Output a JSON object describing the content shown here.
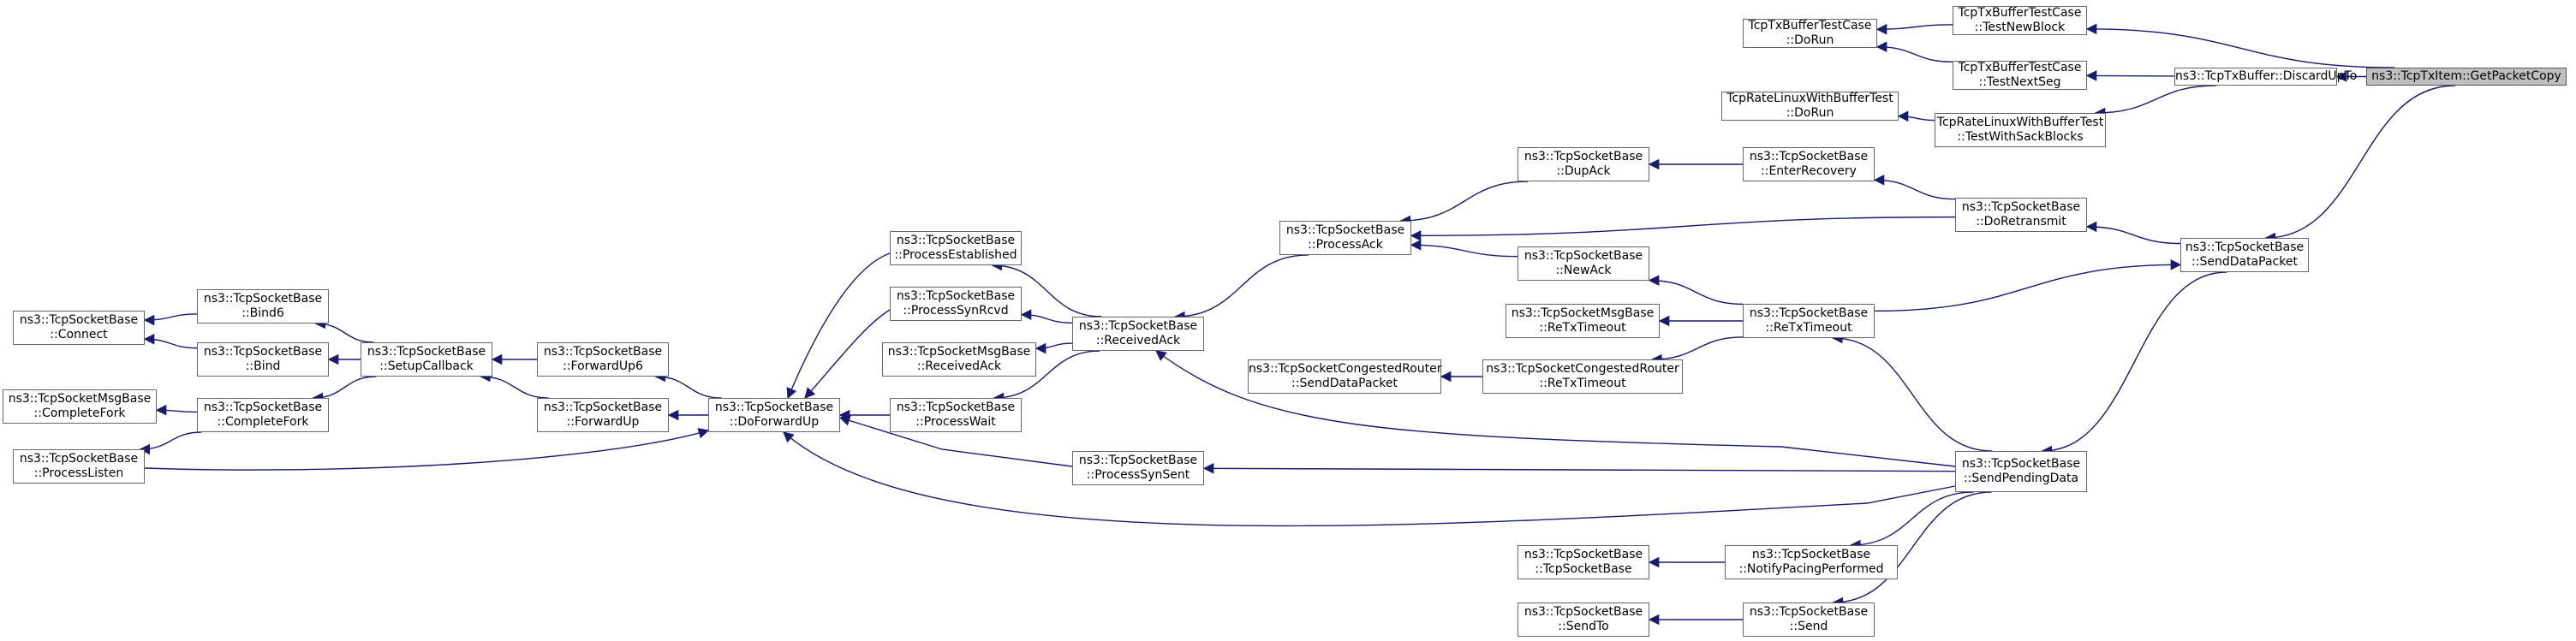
{
  "graph": {
    "edge_color": "#191970",
    "node_border_color": "#666666",
    "root_fill_color": "#bfbfbf",
    "nodes": [
      {
        "id": "getpacketcopy",
        "lines": [
          "ns3::TcpTxItem::GetPacketCopy"
        ],
        "root": true
      },
      {
        "id": "discardupto",
        "lines": [
          "ns3::TcpTxBuffer::DiscardUpTo"
        ]
      },
      {
        "id": "testnewblock",
        "lines": [
          "TcpTxBufferTestCase",
          "::TestNewBlock"
        ]
      },
      {
        "id": "testnextseg",
        "lines": [
          "TcpTxBufferTestCase",
          "::TestNextSeg"
        ]
      },
      {
        "id": "txbuffer-dorun",
        "lines": [
          "TcpTxBufferTestCase",
          "::DoRun"
        ]
      },
      {
        "id": "testwithsackblocks",
        "lines": [
          "TcpRateLinuxWithBufferTest",
          "::TestWithSackBlocks"
        ]
      },
      {
        "id": "ratelinux-dorun",
        "lines": [
          "TcpRateLinuxWithBufferTest",
          "::DoRun"
        ]
      },
      {
        "id": "senddatapacket",
        "lines": [
          "ns3::TcpSocketBase",
          "::SendDataPacket"
        ]
      },
      {
        "id": "doretransmit",
        "lines": [
          "ns3::TcpSocketBase",
          "::DoRetransmit"
        ]
      },
      {
        "id": "enterrecovery",
        "lines": [
          "ns3::TcpSocketBase",
          "::EnterRecovery"
        ]
      },
      {
        "id": "dupack",
        "lines": [
          "ns3::TcpSocketBase",
          "::DupAck"
        ]
      },
      {
        "id": "processack",
        "lines": [
          "ns3::TcpSocketBase",
          "::ProcessAck"
        ]
      },
      {
        "id": "newack",
        "lines": [
          "ns3::TcpSocketBase",
          "::NewAck"
        ]
      },
      {
        "id": "retxtimeout",
        "lines": [
          "ns3::TcpSocketBase",
          "::ReTxTimeout"
        ]
      },
      {
        "id": "msgbase-retxtimeout",
        "lines": [
          "ns3::TcpSocketMsgBase",
          "::ReTxTimeout"
        ]
      },
      {
        "id": "congested-retxtimeout",
        "lines": [
          "ns3::TcpSocketCongestedRouter",
          "::ReTxTimeout"
        ]
      },
      {
        "id": "congested-senddatapacket",
        "lines": [
          "ns3::TcpSocketCongestedRouter",
          "::SendDataPacket"
        ]
      },
      {
        "id": "receivedack",
        "lines": [
          "ns3::TcpSocketBase",
          "::ReceivedAck"
        ]
      },
      {
        "id": "processestablished",
        "lines": [
          "ns3::TcpSocketBase",
          "::ProcessEstablished"
        ]
      },
      {
        "id": "processsynrcvd",
        "lines": [
          "ns3::TcpSocketBase",
          "::ProcessSynRcvd"
        ]
      },
      {
        "id": "msgbase-receivedack",
        "lines": [
          "ns3::TcpSocketMsgBase",
          "::ReceivedAck"
        ]
      },
      {
        "id": "processwait",
        "lines": [
          "ns3::TcpSocketBase",
          "::ProcessWait"
        ]
      },
      {
        "id": "doforwardup",
        "lines": [
          "ns3::TcpSocketBase",
          "::DoForwardUp"
        ]
      },
      {
        "id": "forwardup6",
        "lines": [
          "ns3::TcpSocketBase",
          "::ForwardUp6"
        ]
      },
      {
        "id": "forwardup",
        "lines": [
          "ns3::TcpSocketBase",
          "::ForwardUp"
        ]
      },
      {
        "id": "setupcallback",
        "lines": [
          "ns3::TcpSocketBase",
          "::SetupCallback"
        ]
      },
      {
        "id": "bind6",
        "lines": [
          "ns3::TcpSocketBase",
          "::Bind6"
        ]
      },
      {
        "id": "bind",
        "lines": [
          "ns3::TcpSocketBase",
          "::Bind"
        ]
      },
      {
        "id": "completefork",
        "lines": [
          "ns3::TcpSocketBase",
          "::CompleteFork"
        ]
      },
      {
        "id": "connect",
        "lines": [
          "ns3::TcpSocketBase",
          "::Connect"
        ]
      },
      {
        "id": "msgbase-completefork",
        "lines": [
          "ns3::TcpSocketMsgBase",
          "::CompleteFork"
        ]
      },
      {
        "id": "processlisten",
        "lines": [
          "ns3::TcpSocketBase",
          "::ProcessListen"
        ]
      },
      {
        "id": "processsynsent",
        "lines": [
          "ns3::TcpSocketBase",
          "::ProcessSynSent"
        ]
      },
      {
        "id": "sendpendingdata",
        "lines": [
          "ns3::TcpSocketBase",
          "::SendPendingData"
        ]
      },
      {
        "id": "notifypacingperformed",
        "lines": [
          "ns3::TcpSocketBase",
          "::NotifyPacingPerformed"
        ]
      },
      {
        "id": "ctor-tcpsocketbase",
        "lines": [
          "ns3::TcpSocketBase",
          "::TcpSocketBase"
        ]
      },
      {
        "id": "send",
        "lines": [
          "ns3::TcpSocketBase",
          "::Send"
        ]
      },
      {
        "id": "sendto",
        "lines": [
          "ns3::TcpSocketBase",
          "::SendTo"
        ]
      }
    ],
    "edges": [
      {
        "from": "discardupto",
        "to": "getpacketcopy"
      },
      {
        "from": "testnewblock",
        "to": "getpacketcopy"
      },
      {
        "from": "senddatapacket",
        "to": "getpacketcopy"
      },
      {
        "from": "testnextseg",
        "to": "discardupto"
      },
      {
        "from": "testwithsackblocks",
        "to": "discardupto"
      },
      {
        "from": "txbuffer-dorun",
        "to": "testnewblock"
      },
      {
        "from": "txbuffer-dorun",
        "to": "testnextseg"
      },
      {
        "from": "ratelinux-dorun",
        "to": "testwithsackblocks"
      },
      {
        "from": "doretransmit",
        "to": "senddatapacket"
      },
      {
        "from": "sendpendingdata",
        "to": "senddatapacket"
      },
      {
        "from": "senddatapacket",
        "to": "retxtimeout"
      },
      {
        "from": "enterrecovery",
        "to": "doretransmit"
      },
      {
        "from": "processack",
        "to": "doretransmit"
      },
      {
        "from": "dupack",
        "to": "enterrecovery"
      },
      {
        "from": "processack",
        "to": "dupack"
      },
      {
        "from": "processack",
        "to": "newack"
      },
      {
        "from": "receivedack",
        "to": "processack"
      },
      {
        "from": "newack",
        "to": "retxtimeout"
      },
      {
        "from": "msgbase-retxtimeout",
        "to": "retxtimeout"
      },
      {
        "from": "congested-retxtimeout",
        "to": "retxtimeout"
      },
      {
        "from": "congested-senddatapacket",
        "to": "congested-retxtimeout"
      },
      {
        "from": "retxtimeout",
        "to": "sendpendingdata"
      },
      {
        "from": "receivedack",
        "to": "sendpendingdata"
      },
      {
        "from": "processsynsent",
        "to": "sendpendingdata"
      },
      {
        "from": "doforwardup",
        "to": "sendpendingdata"
      },
      {
        "from": "notifypacingperformed",
        "to": "sendpendingdata"
      },
      {
        "from": "send",
        "to": "sendpendingdata"
      },
      {
        "from": "processestablished",
        "to": "receivedack"
      },
      {
        "from": "processsynrcvd",
        "to": "receivedack"
      },
      {
        "from": "msgbase-receivedack",
        "to": "receivedack"
      },
      {
        "from": "processwait",
        "to": "receivedack"
      },
      {
        "from": "doforwardup",
        "to": "processestablished"
      },
      {
        "from": "doforwardup",
        "to": "processsynrcvd"
      },
      {
        "from": "doforwardup",
        "to": "processwait"
      },
      {
        "from": "doforwardup",
        "to": "processsynsent"
      },
      {
        "from": "doforwardup",
        "to": "processlisten"
      },
      {
        "from": "forwardup6",
        "to": "doforwardup"
      },
      {
        "from": "forwardup",
        "to": "doforwardup"
      },
      {
        "from": "setupcallback",
        "to": "forwardup6"
      },
      {
        "from": "setupcallback",
        "to": "forwardup"
      },
      {
        "from": "bind6",
        "to": "setupcallback"
      },
      {
        "from": "bind",
        "to": "setupcallback"
      },
      {
        "from": "completefork",
        "to": "setupcallback"
      },
      {
        "from": "connect",
        "to": "bind6"
      },
      {
        "from": "connect",
        "to": "bind"
      },
      {
        "from": "msgbase-completefork",
        "to": "completefork"
      },
      {
        "from": "processlisten",
        "to": "completefork"
      },
      {
        "from": "ctor-tcpsocketbase",
        "to": "notifypacingperformed"
      },
      {
        "from": "sendto",
        "to": "send"
      }
    ]
  }
}
